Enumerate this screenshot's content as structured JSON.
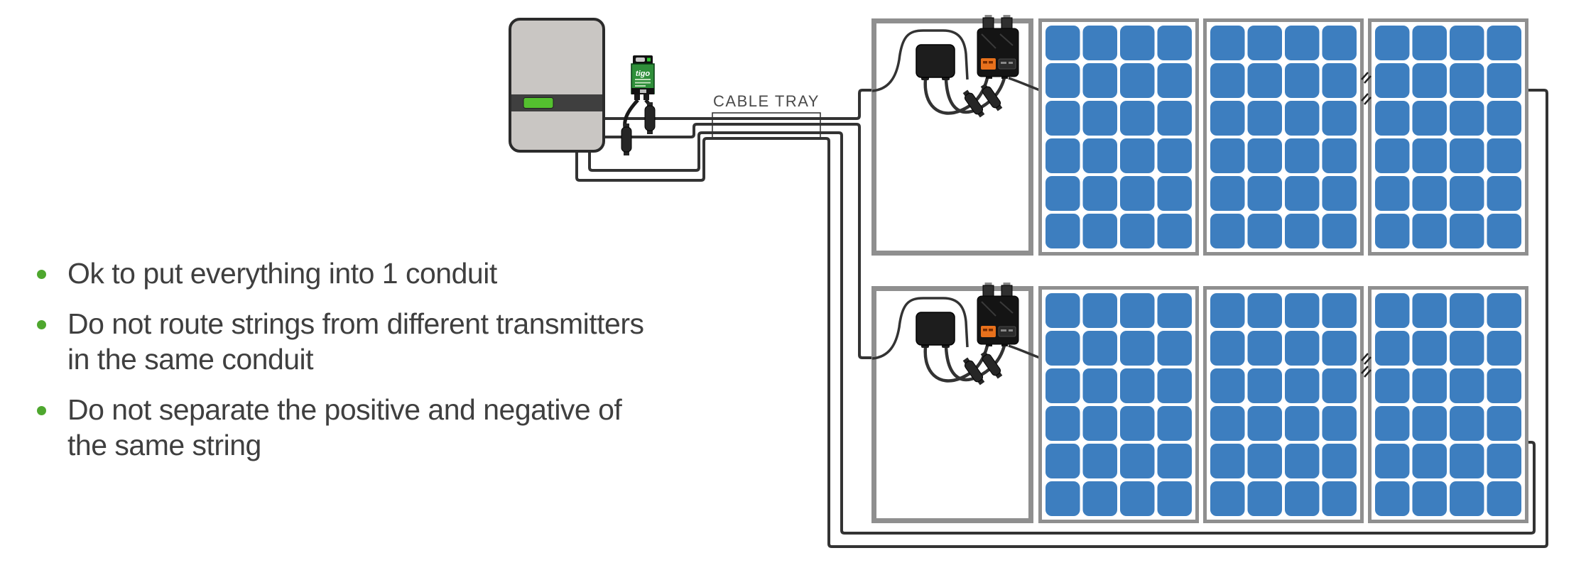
{
  "slide": {
    "type": "wiring-diagram",
    "bullets": {
      "items": [
        {
          "lines": [
            "Ok to put everything into 1 conduit"
          ]
        },
        {
          "lines": [
            "Do not route strings from different transmitters",
            "in the same conduit"
          ]
        },
        {
          "lines": [
            "Do not separate the positive and negative of",
            "the same string"
          ]
        }
      ]
    },
    "labels": {
      "cable_tray": "CABLE TRAY",
      "transmitter_brand": "tigo"
    },
    "diagram": {
      "inverter": "string inverter with status LED",
      "transmitter": "tigo transmitter wired inline between inverter and strings",
      "cable_tray_wires": 4,
      "strings": [
        {
          "row": 1,
          "panels": 3,
          "junction_box": true,
          "optimizer": true,
          "break_marks": 2
        },
        {
          "row": 2,
          "panels": 3,
          "junction_box": true,
          "optimizer": true,
          "break_marks": 2
        }
      ],
      "panel_cell_grid": {
        "columns": 4,
        "rows": 6
      }
    },
    "colors": {
      "wire": "#333333",
      "panel_blue": "#3D7EBF",
      "panel_border": "#8F8F8F",
      "inverter_body": "#C9C6C3",
      "inverter_band": "#3F3F3F",
      "led_green": "#54C02F",
      "transmitter_green": "#2F8F3A",
      "optimizer_orange": "#E8711C",
      "bullet_green": "#4EA72E",
      "text": "#3F3F3F",
      "label_text": "#4A4A4A"
    }
  }
}
